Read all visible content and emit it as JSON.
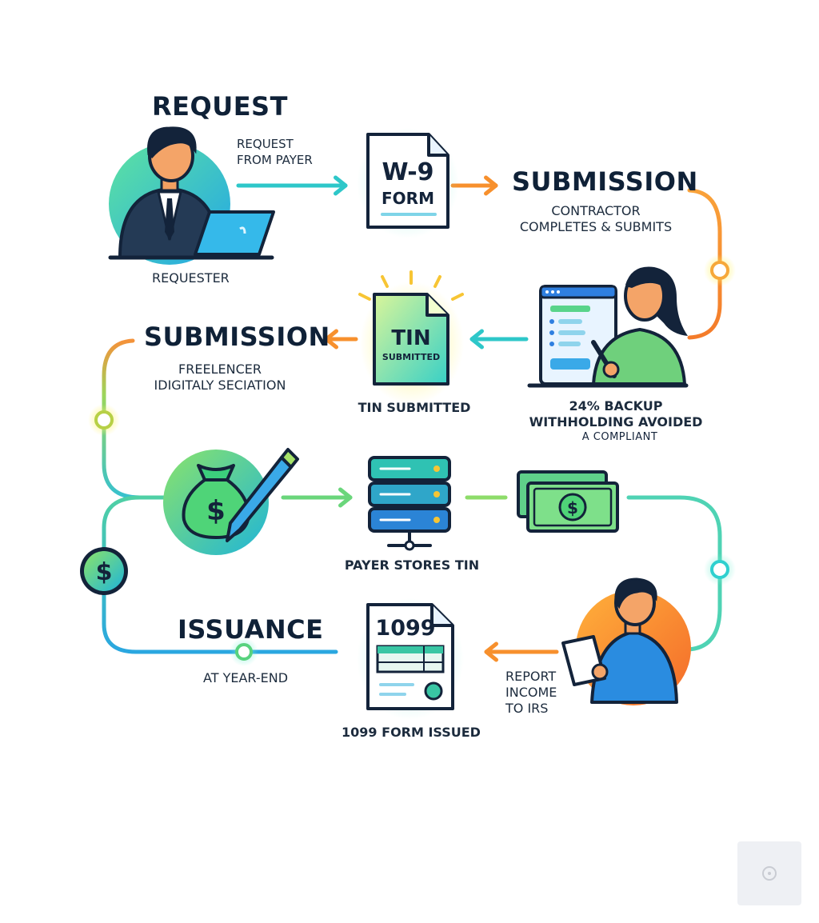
{
  "request": {
    "title": "REQUEST",
    "arrow_label": "REQUEST\nFROM PAYER",
    "person_label": "REQUESTER"
  },
  "w9": {
    "line1": "W-9",
    "line2": "FORM"
  },
  "submission_top": {
    "title": "SUBMISSION",
    "subtitle": "CONTRACTOR\nCOMPLETES & SUBMITS"
  },
  "tin_doc": {
    "line1": "TIN",
    "line2": "SUBMITTED",
    "caption": "TIN SUBMITTED"
  },
  "submission_left": {
    "title": "SUBMISSION",
    "subtitle": "FREELENCER\nIDIGITALY SECIATION"
  },
  "backup": {
    "line1": "24% BACKUP",
    "line2": "WITHHOLDING AVOIDED",
    "line3": "A COMPLIANT"
  },
  "storage": {
    "caption": "PAYER STORES TIN"
  },
  "issuance": {
    "title": "ISSUANCE",
    "subtitle": "AT YEAR-END"
  },
  "form1099": {
    "number": "1099",
    "caption": "1099 FORM ISSUED"
  },
  "report": {
    "label": "REPORT\nINCOME\nTO IRS"
  },
  "currency_symbol": "$",
  "colors": {
    "teal": "#2ec7c9",
    "green": "#5ad17a",
    "orange": "#f7902d",
    "navy": "#13233a",
    "blue": "#2a8ce0"
  },
  "icons": [
    "requester-person-icon",
    "laptop-icon",
    "w9-document-icon",
    "tin-document-icon",
    "contractor-person-icon",
    "money-bag-icon",
    "pencil-icon",
    "server-icon",
    "banknote-icon",
    "dollar-coin-icon",
    "form-1099-icon",
    "reporter-person-icon"
  ]
}
